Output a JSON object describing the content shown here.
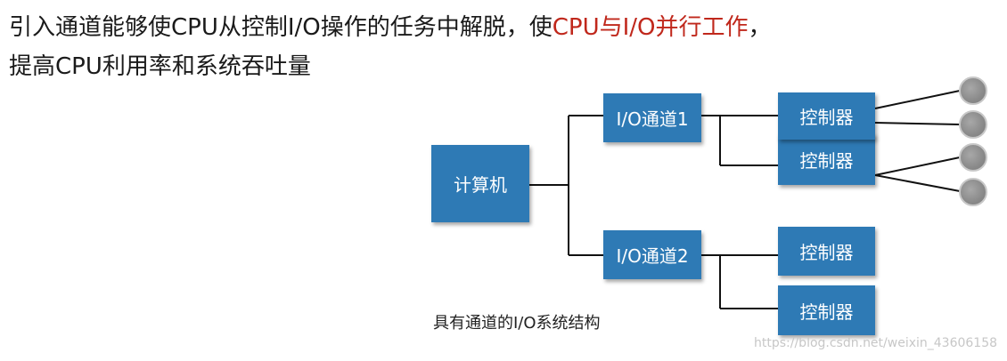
{
  "heading": {
    "line1_pre": "引入通道能够使CPU从控制I/O操作的任务中解脱，使",
    "line1_highlight": "CPU与I/O并行工作",
    "line1_post": "，",
    "line2": "提高CPU利用率和系统吞吐量",
    "highlight_color": "#c0281c"
  },
  "diagram": {
    "computer": "计算机",
    "channel_1": "I/O通道1",
    "channel_2": "I/O通道2",
    "controller_1": "控制器",
    "controller_2": "控制器",
    "controller_3": "控制器",
    "controller_4": "控制器",
    "box_color": "#2e7ab5",
    "disk_color": "#8a8a8a",
    "caption": "具有通道的I/O系统结构"
  },
  "watermark": "https://blog.csdn.net/weixin_43606158"
}
